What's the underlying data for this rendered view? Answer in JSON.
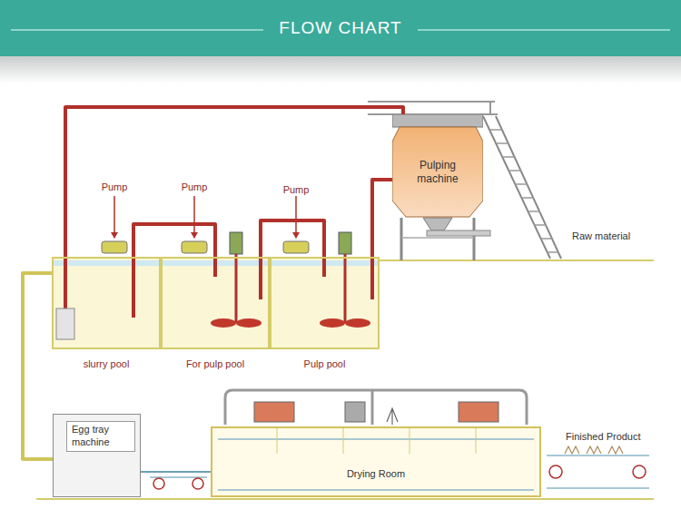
{
  "diagram": {
    "title": "FLOW CHART",
    "nodes": [
      {
        "text": [
          "Pulping machine"
        ]
      },
      {
        "text": [
          "slurry pool"
        ]
      },
      {
        "text": [
          "For pulp pool"
        ]
      },
      {
        "text": [
          "Pulp pool"
        ]
      },
      {
        "text": [
          "Egg tray machine"
        ]
      },
      {
        "text": [
          "Drying Room"
        ]
      }
    ],
    "edges": [
      {
        "from": 0,
        "to": 3,
        "arrow": "none"
      },
      {
        "from": 3,
        "to": 2,
        "arrow": "none"
      },
      {
        "from": 2,
        "to": 1,
        "arrow": "none"
      },
      {
        "from": 1,
        "to": 0,
        "arrow": "none"
      },
      {
        "from": 1,
        "to": 4,
        "arrow": "none"
      },
      {
        "from": 4,
        "to": 5,
        "arrow": "none"
      }
    ],
    "labels": [
      "Pump",
      "Pump",
      "Pump",
      "Raw material",
      "Finished Product"
    ]
  }
}
